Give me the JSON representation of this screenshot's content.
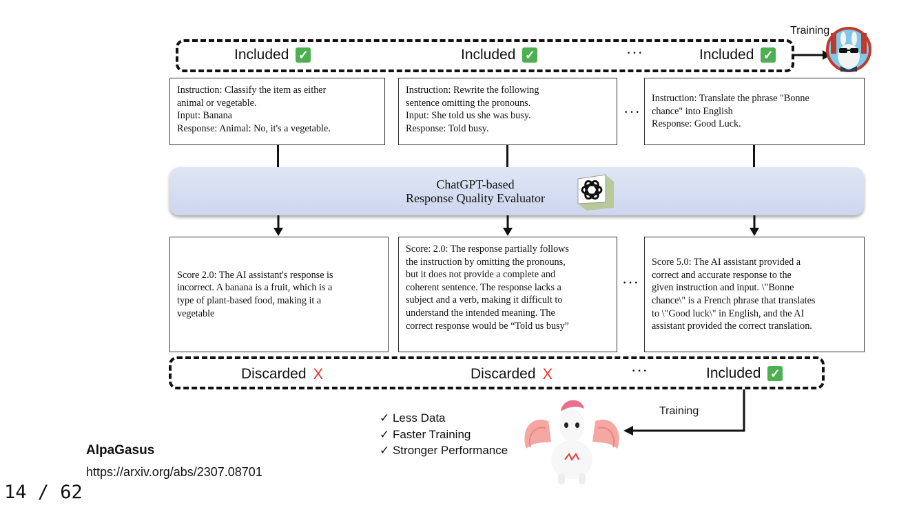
{
  "top_row": {
    "statuses": [
      {
        "label": "Included",
        "mark": "check"
      },
      {
        "label": "Included",
        "mark": "check"
      },
      {
        "label": "Included",
        "mark": "check"
      }
    ],
    "ellipsis": "···",
    "training_label": "Training"
  },
  "instruction_boxes": [
    {
      "text": "Instruction: Classify the item as either\nanimal or vegetable.\nInput: Banana\nResponse: Animal: No, it's a vegetable."
    },
    {
      "text": "Instruction: Rewrite the following\nsentence omitting the pronouns.\nInput: She told us she was busy.\nResponse: Told busy."
    },
    {
      "text": "Instruction: Translate the phrase \"Bonne\nchance\" into English\nResponse: Good Luck."
    }
  ],
  "evaluator": {
    "line1": "ChatGPT-based",
    "line2": "Response Quality Evaluator"
  },
  "score_boxes": [
    {
      "text": "Score 2.0: The AI assistant's response is\nincorrect. A banana is a fruit, which is a\ntype of plant-based food, making it a\nvegetable"
    },
    {
      "text": "Score: 2.0: The response partially follows\nthe instruction by omitting the pronouns,\nbut it does not provide a complete and\ncoherent sentence. The response lacks a\nsubject and a verb, making it difficult to\nunderstand the intended meaning. The\ncorrect response would be “Told us busy”"
    },
    {
      "text": "Score 5.0: The AI assistant provided a\ncorrect and accurate response to the\ngiven instruction and input. \\\"Bonne\nchance\\\" is a French phrase that translates\nto \\\"Good luck\\\" in English, and the AI\nassistant provided the correct translation."
    }
  ],
  "bottom_row": {
    "statuses": [
      {
        "label": "Discarded",
        "mark": "X"
      },
      {
        "label": "Discarded",
        "mark": "X"
      },
      {
        "label": "Included",
        "mark": "check"
      }
    ],
    "ellipsis": "···",
    "training_label": "Training"
  },
  "benefits": [
    "✓ Less Data",
    "✓ Faster Training",
    "✓ Stronger Performance"
  ],
  "footer": {
    "title": "AlpaGasus",
    "url": "https://arxiv.org/abs/2307.08701",
    "page": "14 / 62"
  },
  "colors": {
    "check_green": "#4caf50",
    "cross_red": "#e53935",
    "evaluator_blue": "#d4ddf1"
  },
  "icons": [
    "checkbox-icon",
    "cross-icon",
    "openai-logo-icon",
    "llama-avatar-icon",
    "alpagasus-mascot-icon"
  ]
}
